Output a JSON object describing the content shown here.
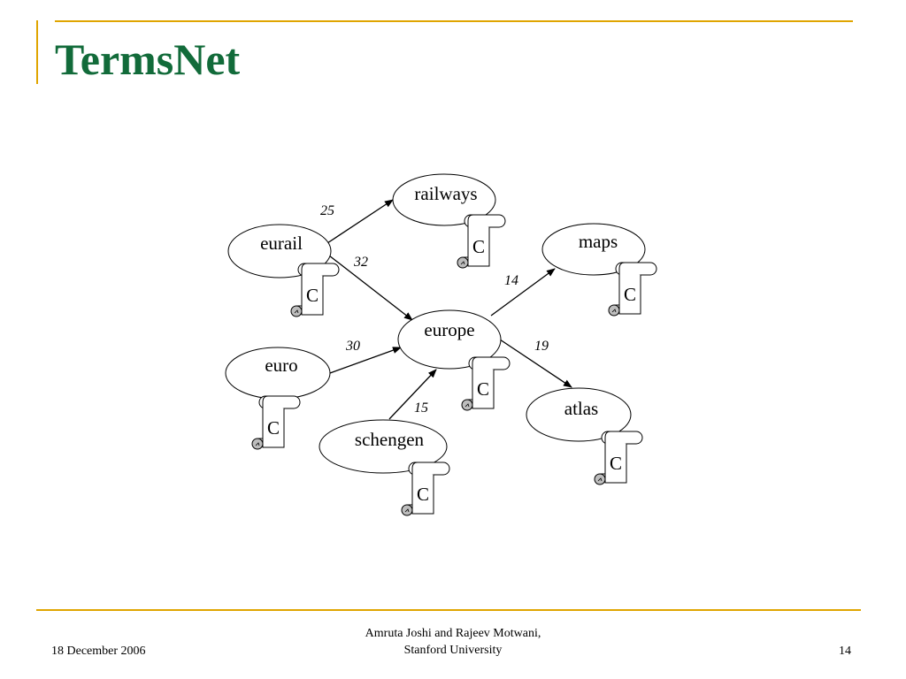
{
  "title": "TermsNet",
  "colors": {
    "title": "#126b3a",
    "rules": "#e0a500",
    "scroll_curl": "#bdbdbd"
  },
  "icon": "scroll-icon",
  "nodes": [
    {
      "id": "eurail",
      "label": "eurail",
      "badge": "C"
    },
    {
      "id": "railways",
      "label": "railways",
      "badge": "C"
    },
    {
      "id": "maps",
      "label": "maps",
      "badge": "C"
    },
    {
      "id": "europe",
      "label": "europe",
      "badge": "C"
    },
    {
      "id": "euro",
      "label": "euro",
      "badge": "C"
    },
    {
      "id": "schengen",
      "label": "schengen",
      "badge": "C"
    },
    {
      "id": "atlas",
      "label": "atlas",
      "badge": "C"
    }
  ],
  "edges": [
    {
      "from": "eurail",
      "to": "railways",
      "weight": "25"
    },
    {
      "from": "eurail",
      "to": "europe",
      "weight": "32"
    },
    {
      "from": "europe",
      "to": "maps",
      "weight": "14"
    },
    {
      "from": "euro",
      "to": "europe",
      "weight": "30"
    },
    {
      "from": "europe",
      "to": "atlas",
      "weight": "19"
    },
    {
      "from": "schengen",
      "to": "europe",
      "weight": "15"
    }
  ],
  "footer": {
    "date": "18 December 2006",
    "authors": "Amruta Joshi and Rajeev Motwani,",
    "affiliation": "Stanford University",
    "page": "14"
  }
}
